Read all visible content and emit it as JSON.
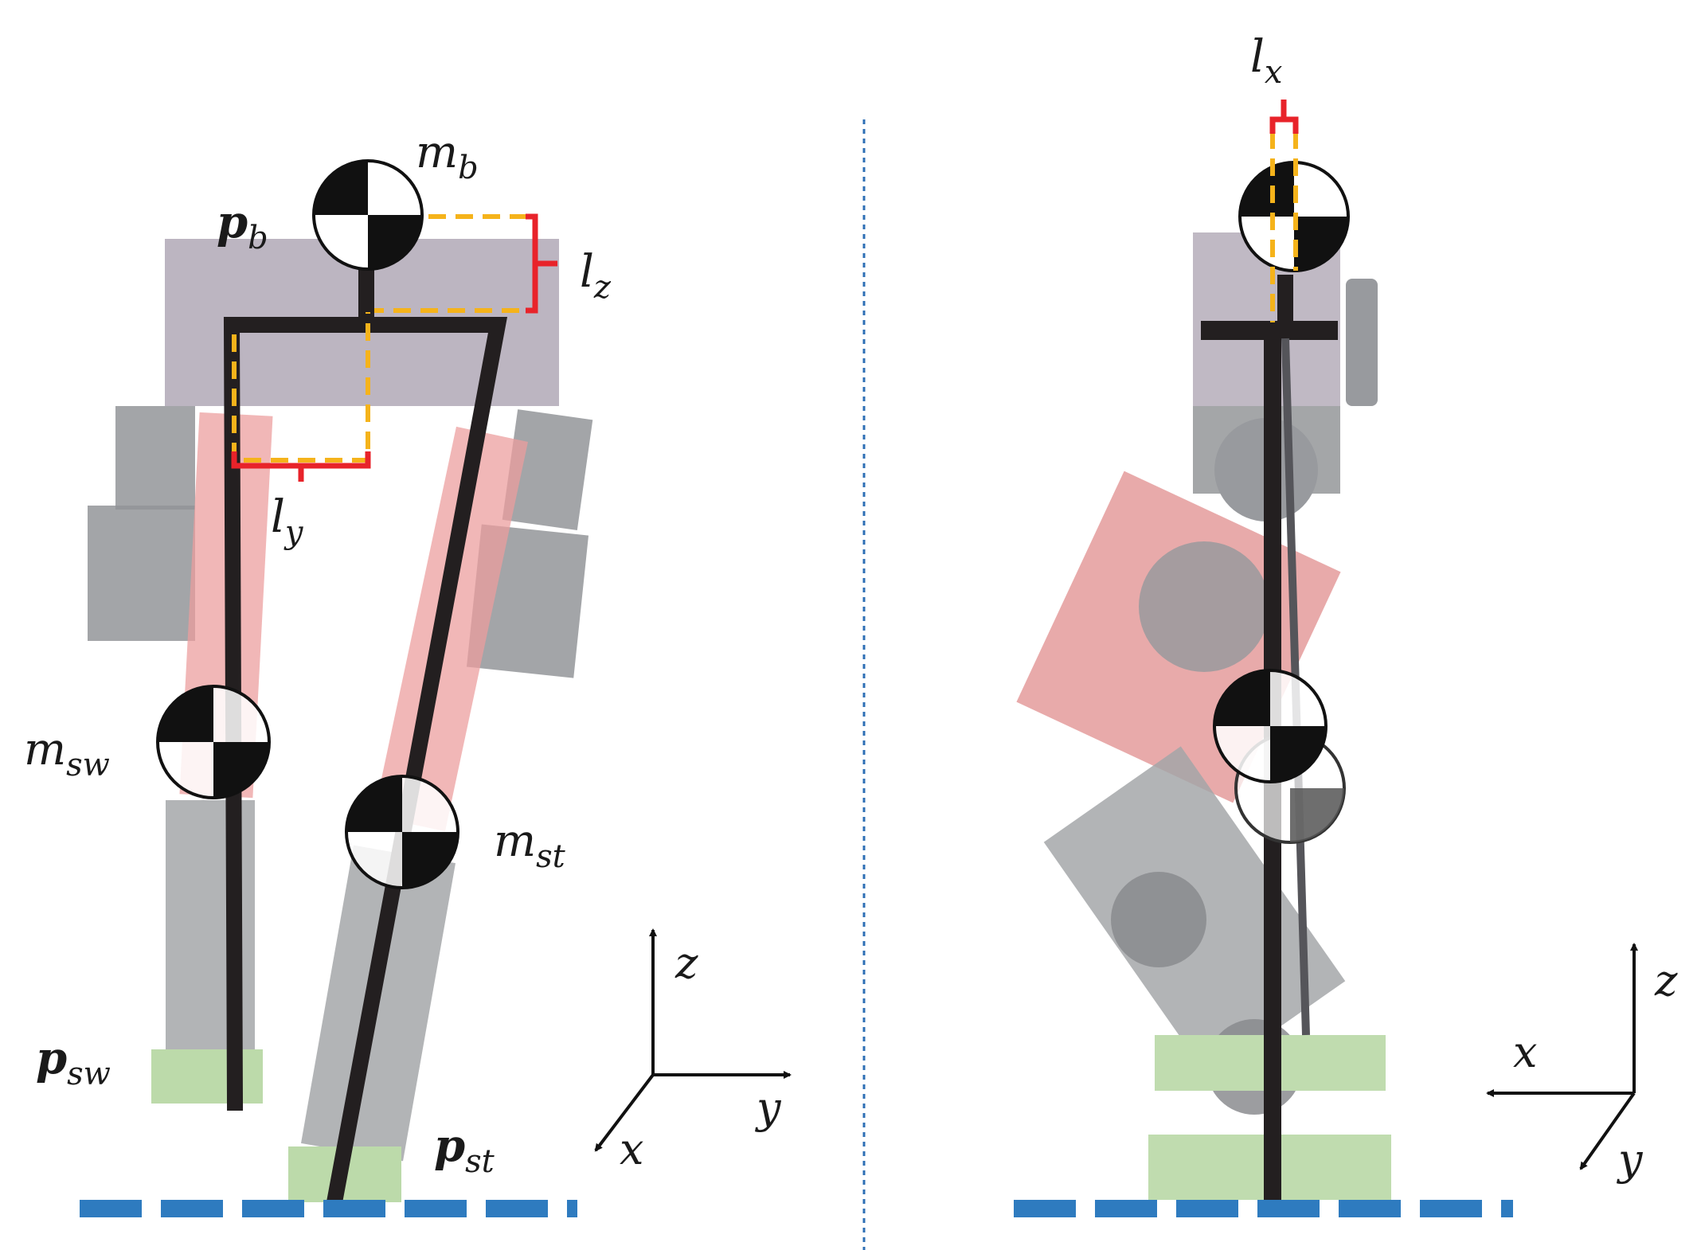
{
  "left_view": {
    "labels": {
      "m_b": {
        "main": "m",
        "sub": "b"
      },
      "p_b": {
        "main": "p",
        "sub": "b"
      },
      "l_z": {
        "main": "l",
        "sub": "z"
      },
      "l_y": {
        "main": "l",
        "sub": "y"
      },
      "m_sw": {
        "main": "m",
        "sub": "sw"
      },
      "m_st": {
        "main": "m",
        "sub": "st"
      },
      "p_sw": {
        "main": "p",
        "sub": "sw"
      },
      "p_st": {
        "main": "p",
        "sub": "st"
      }
    },
    "axes": {
      "z": "z",
      "y": "y",
      "x": "x"
    }
  },
  "right_view": {
    "labels": {
      "l_x": {
        "main": "l",
        "sub": "x"
      }
    },
    "axes": {
      "z": "z",
      "x": "x",
      "y": "y"
    }
  },
  "colors": {
    "stick": "#231f20",
    "dim_dash": "#f5b31b",
    "bracket": "#e8232a",
    "ground": "#2e7bbf",
    "divider": "#2e6fb5",
    "body_box": "#b8b0bd",
    "link_red": "#e88d8d",
    "motor_gray": "#8c8e92",
    "foot_green": "#b8d9a6"
  }
}
